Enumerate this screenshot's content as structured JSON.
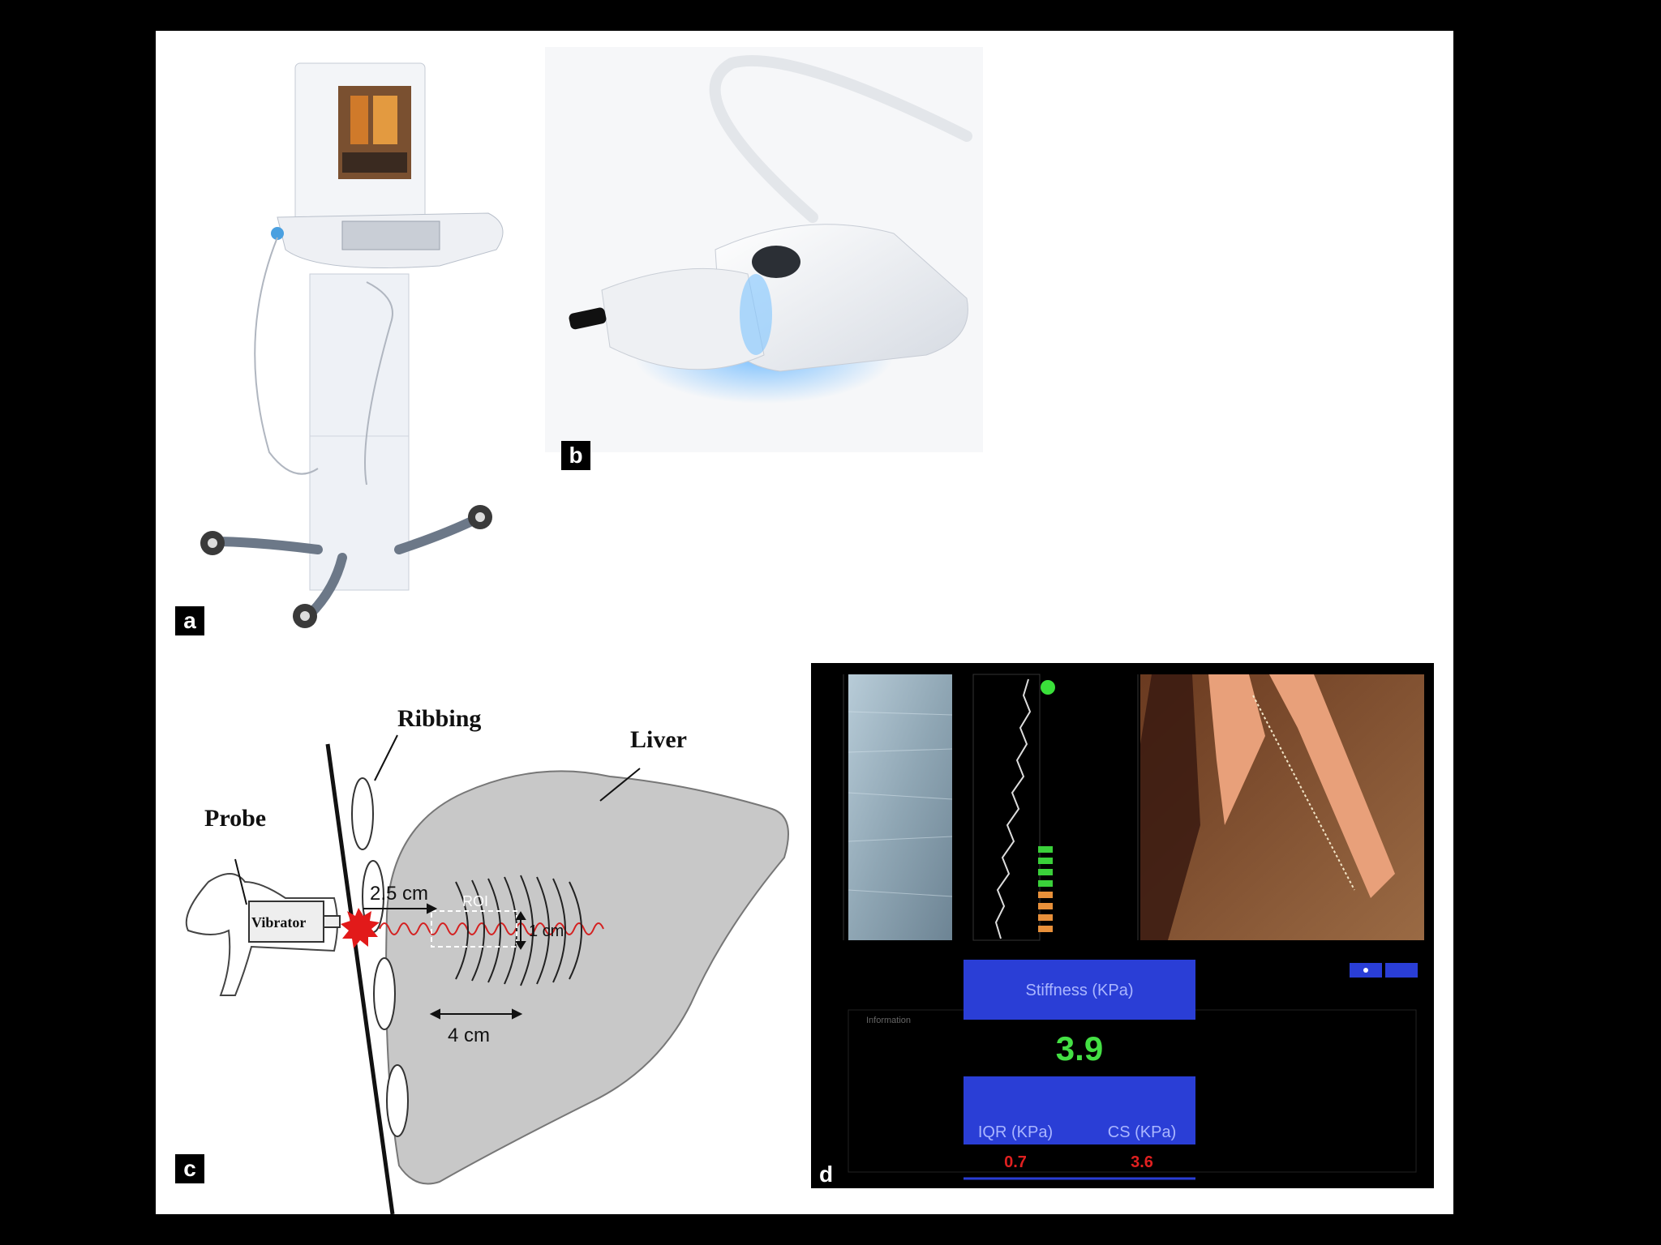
{
  "panels": {
    "a": {
      "tag": "a"
    },
    "b": {
      "tag": "b"
    },
    "c": {
      "tag": "c",
      "labels": {
        "ribbing": "Ribbing",
        "liver": "Liver",
        "probe": "Probe",
        "vibrator": "Vibrator",
        "roi": "ROI",
        "dist_2_5": "2.5 cm",
        "dist_1": "1 cm",
        "dist_4": "4 cm"
      }
    },
    "d": {
      "tag": "d",
      "stiffness_label": "Stiffness (KPa)",
      "stiffness_value": "3.9",
      "info_label": "Information",
      "iqr_label": "IQR (KPa)",
      "cs_label": "CS (KPa)",
      "iqr_value": "0.7",
      "cs_value": "3.6"
    }
  },
  "colors": {
    "background": "#000000",
    "figure_bg": "#ffffff",
    "liver_fill": "#c8c8c8",
    "wave_red": "#d42020",
    "screen_blue": "#2a3ed6",
    "value_green": "#44e044",
    "value_red": "#e02020",
    "elastogram_orange": "#e8a07a"
  }
}
